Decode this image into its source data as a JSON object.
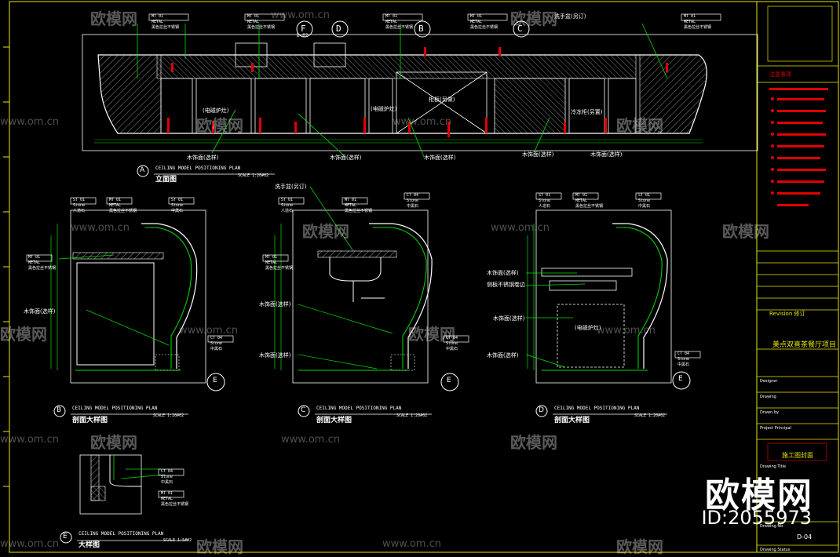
{
  "drawing": {
    "views": [
      {
        "id": "A",
        "title": "CEILING MODEL POSITIONING PLAN",
        "subtitle": "立面图",
        "scale": "SCALE 1:20#02"
      },
      {
        "id": "B",
        "title": "CEILING MODEL POSITIONING PLAN",
        "subtitle": "剖面大样图",
        "scale": "SCALE 1:20#02"
      },
      {
        "id": "C",
        "title": "CEILING MODEL POSITIONING PLAN",
        "subtitle": "剖面大样图",
        "scale": "SCALE 1:20#02"
      },
      {
        "id": "D",
        "title": "CEILING MODEL POSITIONING PLAN",
        "subtitle": "剖面大样图",
        "scale": "SCALE 1:20#02"
      },
      {
        "id": "E",
        "title": "CEILING MODEL POSITIONING PLAN",
        "subtitle": "大样图",
        "scale": "SCALE 1:5#02"
      }
    ],
    "section_markers": [
      "F",
      "D",
      "B",
      "C"
    ],
    "ref_d02": "D-02",
    "tags": {
      "mt": "MT",
      "mt_num": "01",
      "metal": "METAL",
      "metal_desc": "黑色拉丝不锈钢",
      "st": "ST",
      "st_num": "01",
      "stone": "Stone",
      "stone_desc": "人造石",
      "ct": "CT",
      "ct_num": "04",
      "stone2_desc": "中黑石"
    },
    "notes": {
      "wood_veneer": "木饰面(选样)",
      "sink": "洗手盆(另订)",
      "oven": "(电磁炉灶)",
      "cabinet": "柜板(另做)",
      "fridge": "冷冻柜(另置)",
      "steel_plate": "侧板不锈钢卷边",
      "microwave": "(电磁炉灶)"
    }
  },
  "title_block": {
    "project_name": "美点双喜茶餐厅项目",
    "revision": "Revision 修订",
    "drawing_title": "施工图封面",
    "drawing_no": "D-04",
    "labels": [
      "Designer",
      "Drawing",
      "Drawn by",
      "Project Principal",
      "Drawing Title",
      "Drawing No.",
      "Drawing Status"
    ],
    "note_header": "注意事项"
  },
  "watermark": {
    "brand": "欧模网",
    "url": "www.om.cn",
    "id_text": "ID:2055973"
  },
  "colors": {
    "frame": "#e8e800",
    "line": "#ffffff",
    "hatch": "#9a9a9a",
    "dim": "#00e000",
    "red": "#e00000",
    "text": "#ffffff"
  }
}
